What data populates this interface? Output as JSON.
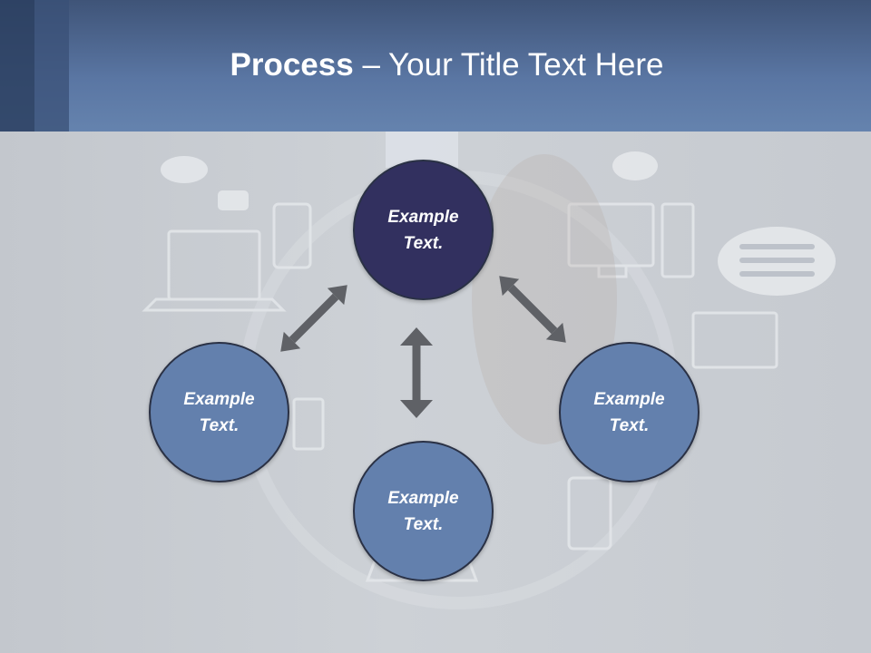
{
  "title": {
    "bold": "Process",
    "rest": " – Your Title Text Here"
  },
  "nodes": {
    "top": {
      "line1": "Example",
      "line2": "Text."
    },
    "left": {
      "line1": "Example",
      "line2": "Text."
    },
    "right": {
      "line1": "Example",
      "line2": "Text."
    },
    "bottom": {
      "line1": "Example",
      "line2": "Text."
    }
  },
  "colors": {
    "header": "#5a76a3",
    "node_primary": "#32305f",
    "node_secondary": "#6380ad",
    "arrow": "#5f6166"
  }
}
